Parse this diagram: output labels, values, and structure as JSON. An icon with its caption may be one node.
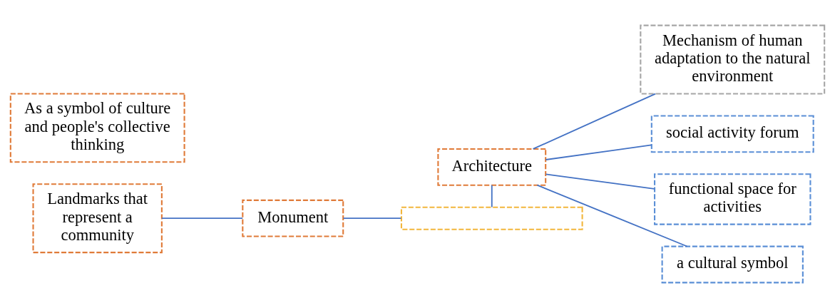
{
  "diagram": {
    "nodes": [
      {
        "text": [
          "Landmarks that represent a community"
        ]
      },
      {
        "text": [
          "Monument"
        ]
      },
      {
        "text": [
          "Architecture"
        ]
      },
      {
        "text": [
          "Mechanism of human adaptation to the natural environment"
        ]
      },
      {
        "text": [
          "social activity forum"
        ]
      },
      {
        "text": [
          "functional space for activities"
        ]
      },
      {
        "text": [
          "a cultural symbol"
        ]
      },
      {
        "text": [
          "As a symbol of culture and people's collective thinking"
        ]
      },
      {
        "text": [],
        "shape": "box"
      }
    ],
    "edges": [
      {
        "from": 0,
        "to": 1,
        "arrow": "none"
      },
      {
        "from": 2,
        "to": 3,
        "arrow": "none"
      },
      {
        "from": 2,
        "to": 4,
        "arrow": "none"
      },
      {
        "from": 2,
        "to": 5,
        "arrow": "none"
      },
      {
        "from": 2,
        "to": 6,
        "arrow": "none"
      },
      {
        "from": 1,
        "to": 8,
        "arrow": "none"
      },
      {
        "from": 2,
        "to": 8,
        "arrow": "none"
      }
    ]
  }
}
